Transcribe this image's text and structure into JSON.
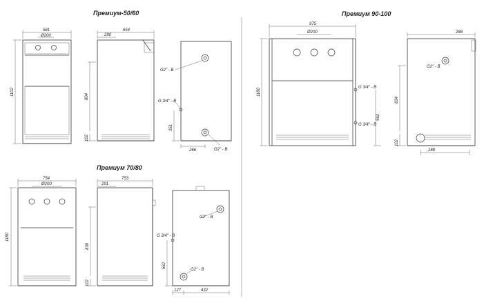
{
  "titles": {
    "p5060": "Премиум-50/60",
    "p90100": "Премиум 90-100",
    "p7080": "Премиум 70/80"
  },
  "p5060": {
    "w_581": "581",
    "d_200": "Ø200",
    "h_1102": "1102",
    "w_290": "290",
    "w_654": "654",
    "h_804": "804",
    "h_102": "102",
    "g2_top": "G2\" - B",
    "g34": "G 3/4\" - B",
    "h_351": "351",
    "w_266": "266",
    "g2_bot": "G2\" - B"
  },
  "p90100": {
    "w_975": "975",
    "d_200": "Ø200",
    "h_1180": "1180",
    "g34_a": "G 3/4\" - B",
    "g34_b": "G 3/4\" - B",
    "h_562": "562",
    "w_288_top": "288",
    "g2": "G2\" - B",
    "h_834": "834",
    "h_102": "102",
    "w_288_bot": "288"
  },
  "p7080": {
    "w_754": "754",
    "d_200": "Ø200",
    "h_1180": "1180",
    "w_291": "291",
    "w_753": "753",
    "h_838": "838",
    "h_102": "102",
    "g2_top": "G2\" - B",
    "g34": "G 3/4\" - B",
    "h_562": "562",
    "g2_bot": "G2\" - B",
    "w_127": "127",
    "w_432": "432"
  }
}
